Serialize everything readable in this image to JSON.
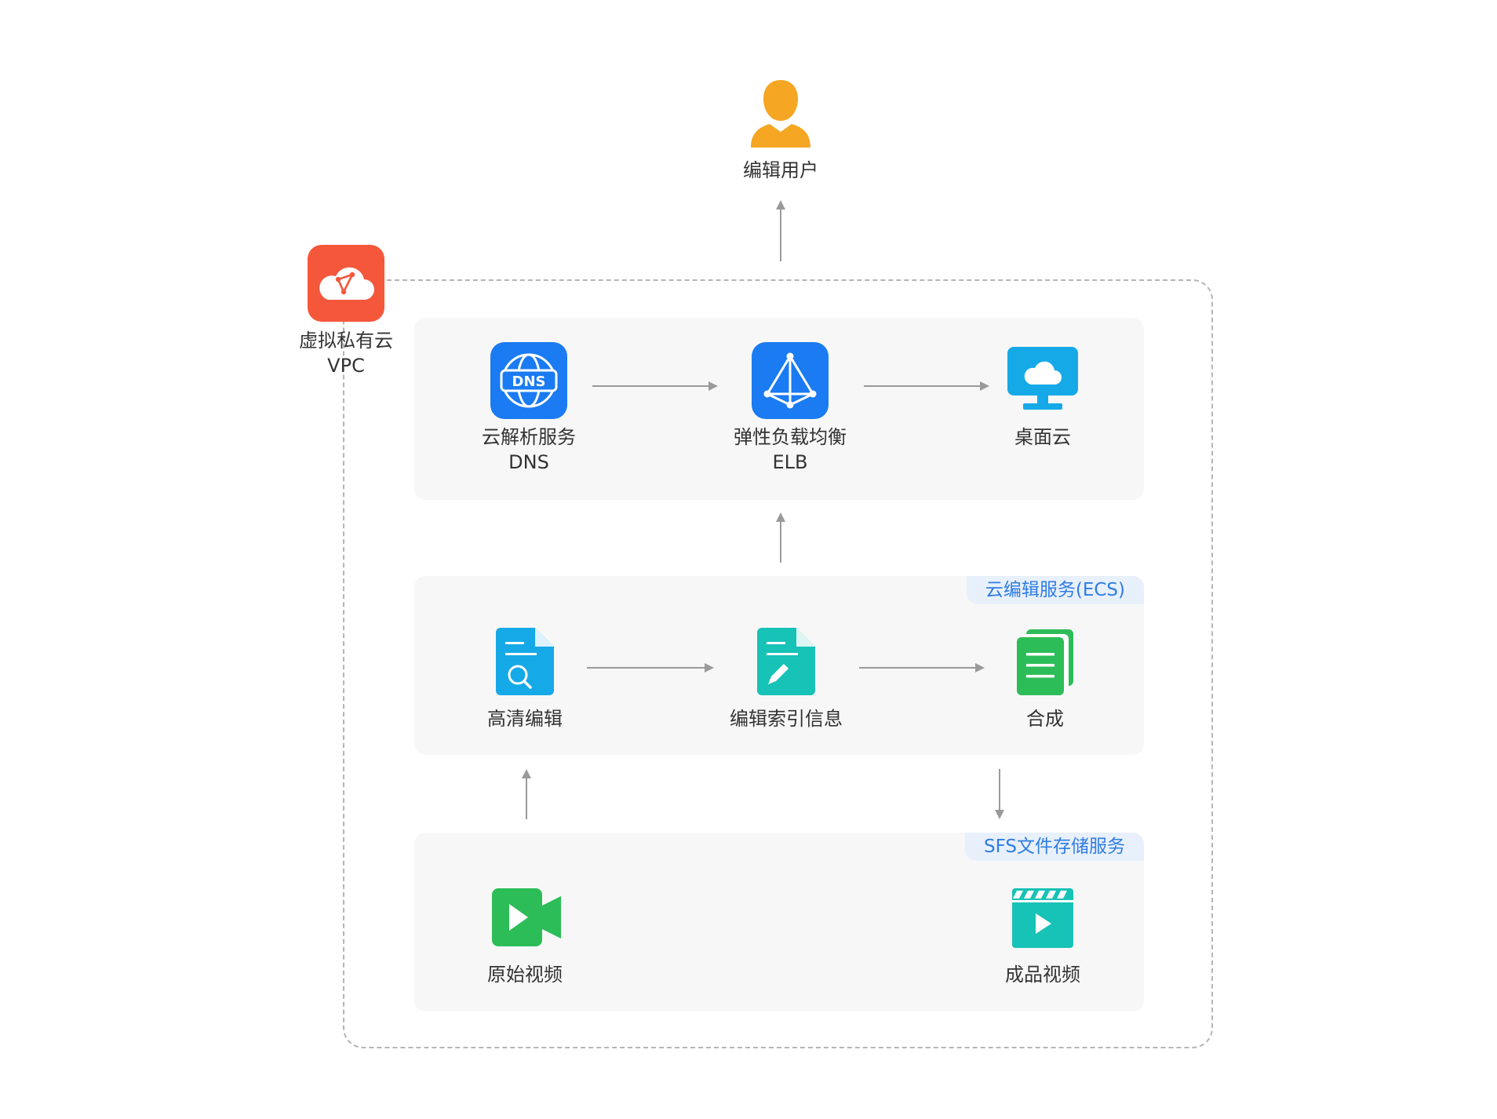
{
  "user": {
    "label": "编辑用户"
  },
  "vpc": {
    "label_cn": "虚拟私有云",
    "label_en": "VPC",
    "icon": "cloud-network-icon"
  },
  "top_row": {
    "dns": {
      "label_cn": "云解析服务",
      "label_en": "DNS",
      "icon": "dns-globe-icon"
    },
    "elb": {
      "label_cn": "弹性负载均衡",
      "label_en": "ELB",
      "icon": "load-balancer-icon"
    },
    "desktop": {
      "label_cn": "桌面云",
      "icon": "cloud-desktop-icon"
    }
  },
  "ecs_panel": {
    "tag": "云编辑服务(ECS)",
    "hd_edit": {
      "label": "高清编辑",
      "icon": "document-search-icon"
    },
    "index": {
      "label": "编辑索引信息",
      "icon": "document-edit-icon"
    },
    "compose": {
      "label": "合成",
      "icon": "stacked-documents-icon"
    }
  },
  "sfs_panel": {
    "tag": "SFS文件存储服务",
    "raw_video": {
      "label": "原始视频",
      "icon": "video-camera-icon"
    },
    "final_video": {
      "label": "成品视频",
      "icon": "clapperboard-icon"
    }
  },
  "colors": {
    "user_orange": "#f5a623",
    "vpc_red": "#f5573b",
    "blue": "#1a7bf2",
    "sky": "#16a9e8",
    "teal": "#17c2b6",
    "green": "#2cbd58",
    "arrow_gray": "#9a9a9a",
    "tag_text": "#2f7de1"
  }
}
